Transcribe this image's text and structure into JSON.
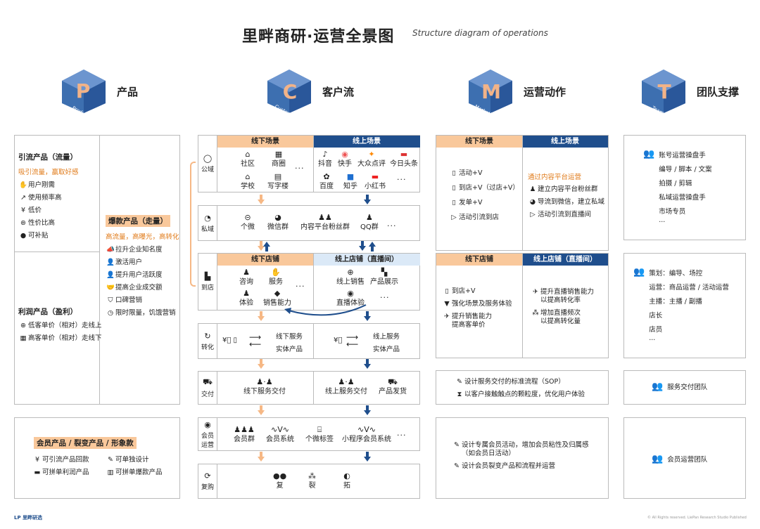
{
  "title": "里畔商研·运营全景图",
  "subtitle": "Structure diagram of operations",
  "columns": [
    {
      "letter": "P",
      "caption": "Product",
      "label": "产品"
    },
    {
      "letter": "C",
      "caption": "Customer",
      "label": "客户流"
    },
    {
      "letter": "M",
      "caption": "Marketing",
      "label": "运营动作"
    },
    {
      "letter": "T",
      "caption": "Team",
      "label": "团队支撑"
    }
  ],
  "colors": {
    "orange": "#f9c89b",
    "blue": "#1f4e8c",
    "accent": "#e07b1a"
  },
  "product": {
    "traffic": {
      "title": "引流产品（流量）",
      "tagline": "吸引流量，赢取好感",
      "items": [
        "用户刚需",
        "使用频率高",
        "低价",
        "性价比高",
        "可补贴"
      ]
    },
    "hot": {
      "title": "爆款产品（走量）",
      "tagline": "高流量，高曝光，高转化",
      "items": [
        "拉升企业知名度",
        "激活用户",
        "提升用户活跃度",
        "提高企业成交额",
        "口碑营销",
        "限时限量，饥饿营销"
      ]
    },
    "profit": {
      "title": "利润产品（盈利）",
      "items": [
        "低客单价（相对）走线上",
        "高客单价（相对）走线下"
      ]
    },
    "member": {
      "title": "会员产品 / 裂变产品 / 形象款",
      "items": [
        "可引流产品回款",
        "可单独设计",
        "可拼单利润产品",
        "可拼单爆款产品"
      ]
    }
  },
  "customer": {
    "domain_label": "公域",
    "offline_scene": "线下场景",
    "online_scene": "线上场景",
    "offline_places": [
      "社区",
      "商圈",
      "学校",
      "写字楼"
    ],
    "online_places": [
      "抖音",
      "快手",
      "大众点评",
      "今日头条",
      "百度",
      "知乎",
      "小红书"
    ],
    "private_label": "私域",
    "private_items": [
      "个微",
      "微信群",
      "内容平台粉丝群",
      "QQ群"
    ],
    "store_label": "到店",
    "offline_store": "线下店铺",
    "online_store": "线上店铺（直播间）",
    "offline_store_items": [
      "咨询",
      "服务",
      "体验",
      "销售能力"
    ],
    "online_store_items": [
      "线上销售",
      "产品展示",
      "直播体验"
    ],
    "convert_label": "转化",
    "convert_offline": [
      "线下服务",
      "实体产品"
    ],
    "convert_online": [
      "线上服务",
      "实体产品"
    ],
    "deliver_label": "交付",
    "deliver_offline": "线下服务交付",
    "deliver_online": [
      "线上服务交付",
      "产品发货"
    ],
    "member_label": "会员运营",
    "member_items": [
      "会员群",
      "会员系统",
      "个微标签",
      "小程序会员系统"
    ],
    "repurchase_label": "复购",
    "repurchase_items": [
      "复",
      "裂",
      "拓"
    ],
    "ellipsis": "···"
  },
  "marketing": {
    "offline_scene": "线下场景",
    "online_scene": "线上场景",
    "offline_items": [
      "活动+V",
      "到店+V（过店+V）",
      "发单+V",
      "活动引流到店"
    ],
    "online_tag": "通过内容平台运营",
    "online_items": [
      "建立内容平台粉丝群",
      "导流到微信，建立私域",
      "活动引流到直播间"
    ],
    "offline_store": "线下店铺",
    "online_store": "线上店铺（直播间）",
    "offline_store_items": [
      "到店+V",
      "强化场景及服务体验",
      "提升销售能力\n提高客单价"
    ],
    "online_store_items": [
      "提升直播销售能力\n以提高转化率",
      "增加直播频次\n以提高转化量"
    ],
    "deliver_items": [
      "设计服务交付的标准流程（SOP）",
      "以客户接触触点的颗粒度，优化用户体验"
    ],
    "member_items": [
      "设计专属会员活动，增加会员粘性及归属感\n（如会员日活动）",
      "设计会员裂变产品和流程并运营"
    ]
  },
  "team": {
    "group1": [
      "账号运营操盘手",
      "编导 / 脚本 / 文案",
      "拍摄 / 剪辑",
      "私域运营操盘手",
      "市场专员",
      "···"
    ],
    "group2": [
      "策划：编导、场控",
      "运营：商品运营 / 活动运营",
      "主播：主播 / 副播",
      "店长",
      "店员",
      "···"
    ],
    "group3": "服务交付团队",
    "group4": "会员运营团队"
  },
  "footer": {
    "logo": "LP 里畔研选",
    "copyright": "© All Rights reserved. LiePan Research Studio Published"
  }
}
